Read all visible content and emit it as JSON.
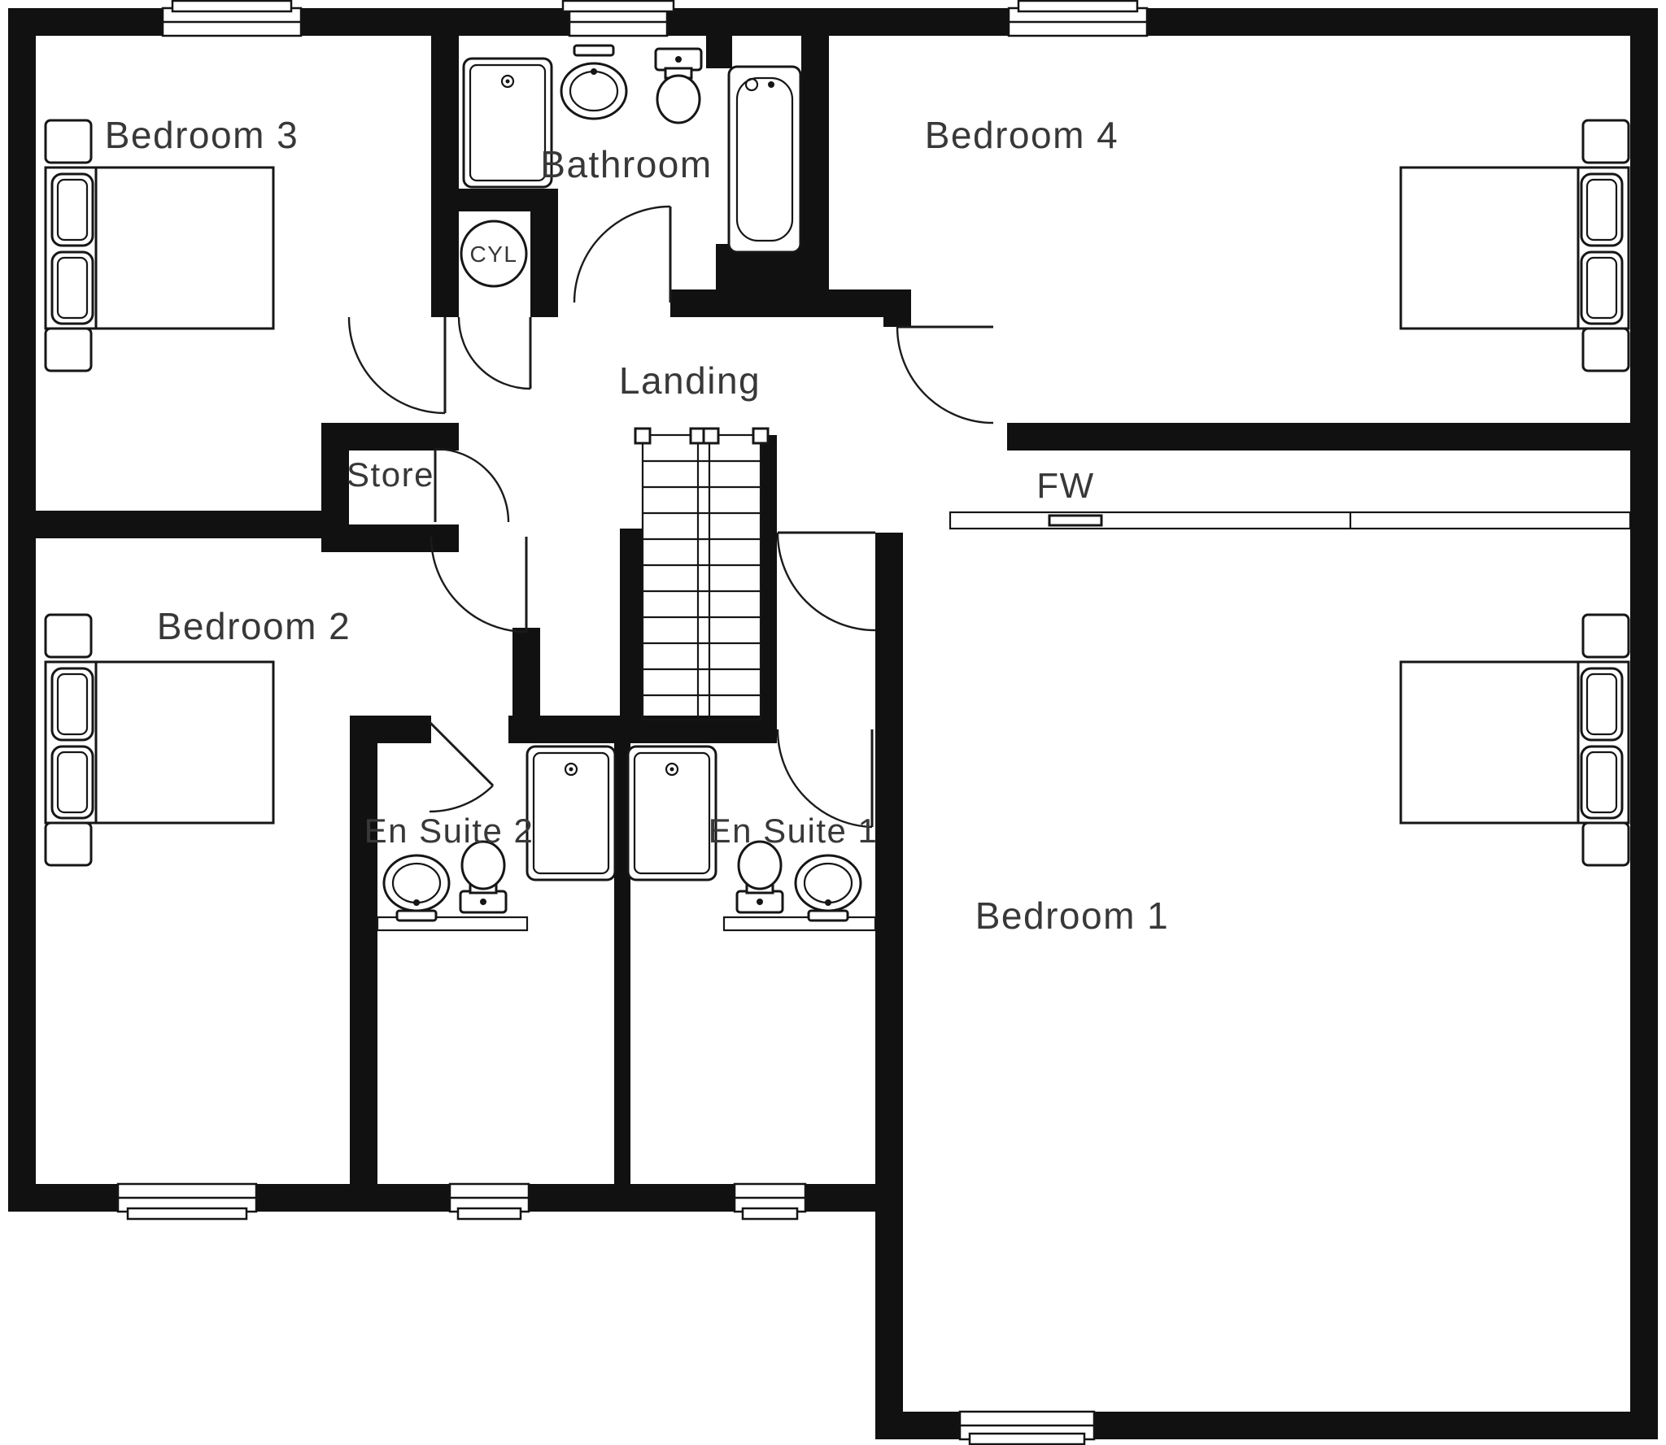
{
  "document": {
    "type": "first-floor plan drawing"
  },
  "colors": {
    "background": "#ffffff",
    "wall": "#111111",
    "line": "#161616",
    "label_text": "#383838"
  },
  "labels": {
    "bedroom1": "Bedroom 1",
    "bedroom2": "Bedroom 2",
    "bedroom3": "Bedroom 3",
    "bedroom4": "Bedroom 4",
    "bathroom": "Bathroom",
    "landing": "Landing",
    "store": "Store",
    "fw": "FW",
    "en_suite_1": "En Suite 1",
    "en_suite_2": "En Suite 2",
    "cylinder": "CYL"
  },
  "rooms": [
    {
      "name": "Bedroom 3",
      "fixtures": [
        "double bed",
        "bedside table",
        "bedside table"
      ]
    },
    {
      "name": "Bathroom",
      "fixtures": [
        "shower",
        "wash basin",
        "toilet",
        "bath"
      ]
    },
    {
      "name": "Bedroom 4",
      "fixtures": [
        "double bed",
        "bedside table",
        "bedside table"
      ]
    },
    {
      "name": "Landing",
      "fixtures": [
        "staircase",
        "cylinder cupboard"
      ]
    },
    {
      "name": "Store",
      "fixtures": []
    },
    {
      "name": "Bedroom 2",
      "fixtures": [
        "double bed",
        "bedside table",
        "bedside table"
      ]
    },
    {
      "name": "En Suite 2",
      "fixtures": [
        "shower",
        "wash basin",
        "toilet"
      ]
    },
    {
      "name": "En Suite 1",
      "fixtures": [
        "shower",
        "wash basin",
        "toilet"
      ]
    },
    {
      "name": "Bedroom 1",
      "fixtures": [
        "double bed",
        "bedside table",
        "bedside table",
        "fitted wardrobe"
      ]
    }
  ]
}
